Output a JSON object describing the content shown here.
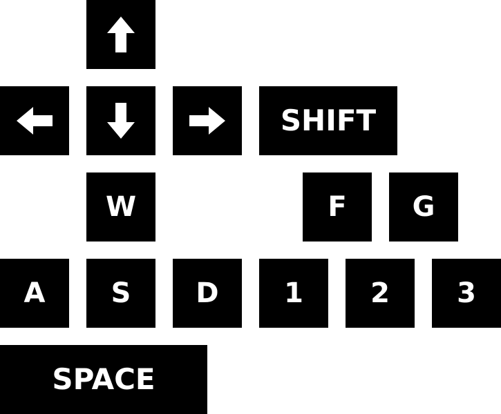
{
  "keys": {
    "up": {
      "icon": "arrow-up-icon"
    },
    "left": {
      "icon": "arrow-left-icon"
    },
    "down": {
      "icon": "arrow-down-icon"
    },
    "right": {
      "icon": "arrow-right-icon"
    },
    "shift": {
      "label": "SHIFT"
    },
    "w": {
      "label": "W"
    },
    "f": {
      "label": "F"
    },
    "g": {
      "label": "G"
    },
    "a": {
      "label": "A"
    },
    "s": {
      "label": "S"
    },
    "d": {
      "label": "D"
    },
    "one": {
      "label": "1"
    },
    "two": {
      "label": "2"
    },
    "three": {
      "label": "3"
    },
    "space": {
      "label": "SPACE"
    }
  },
  "colors": {
    "key_background": "#000000",
    "key_text": "#ffffff",
    "page_background": "#ffffff"
  }
}
